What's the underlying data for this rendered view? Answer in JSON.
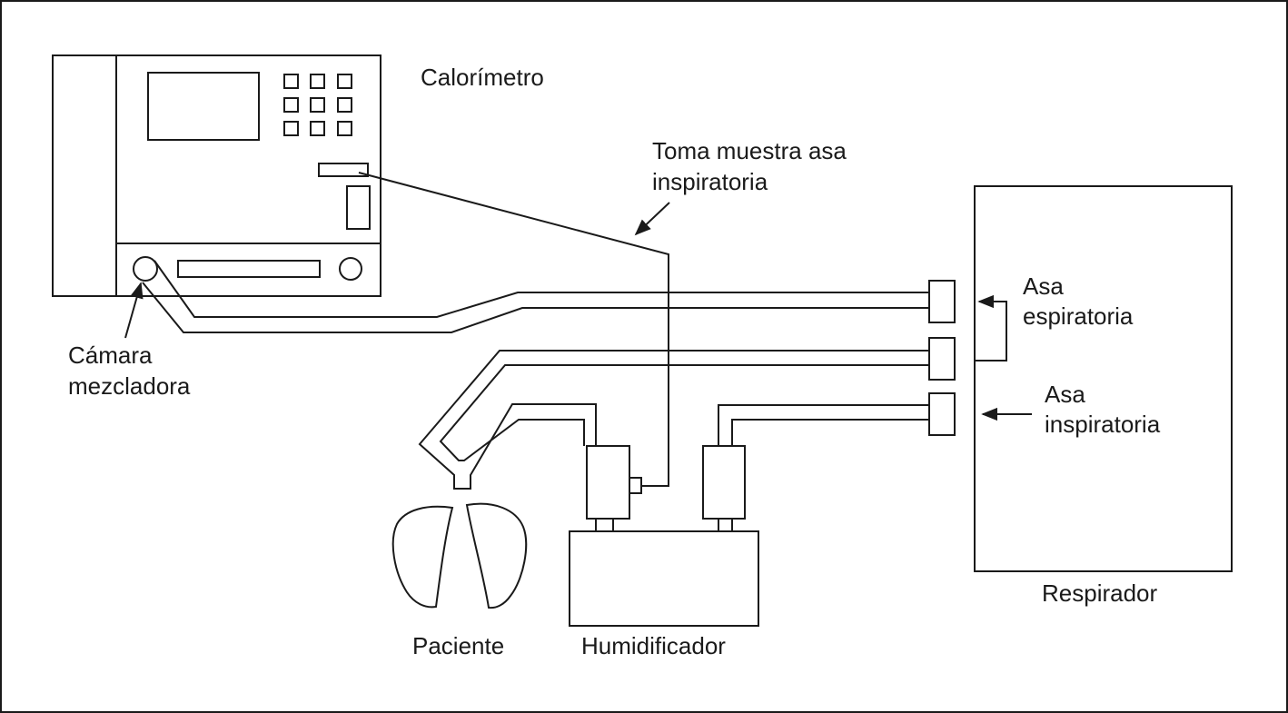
{
  "labels": {
    "calorimetro": "Calorímetro",
    "toma_muestra_line1": "Toma muestra asa",
    "toma_muestra_line2": "inspiratoria",
    "asa_espiratoria_line1": "Asa",
    "asa_espiratoria_line2": "espiratoria",
    "asa_inspiratoria_line1": "Asa",
    "asa_inspiratoria_line2": "inspiratoria",
    "camara_line1": "Cámara",
    "camara_line2": "mezcladora",
    "respirador": "Respirador",
    "paciente": "Paciente",
    "humidificador": "Humidificador"
  },
  "colors": {
    "stroke": "#1a1a1a",
    "background": "#ffffff"
  }
}
